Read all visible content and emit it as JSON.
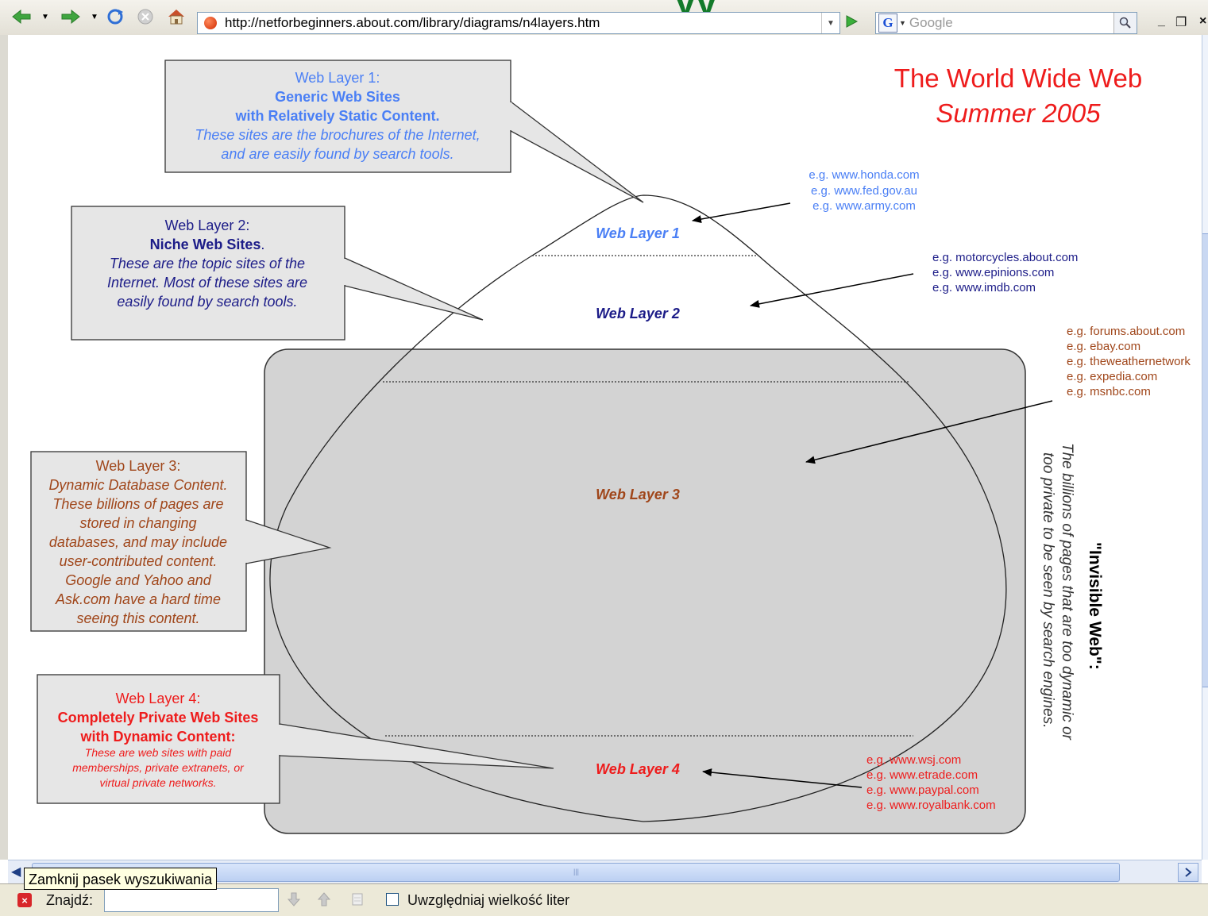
{
  "browser": {
    "url": "http://netforbeginners.about.com/library/diagrams/n4layers.htm",
    "search_placeholder": "Google",
    "search_engine_letter": "G",
    "header_text_cut": "yy",
    "window_buttons": {
      "minimize": "_",
      "restore": "❐",
      "close": "×"
    }
  },
  "diagram": {
    "title_line1": "The World Wide Web",
    "title_line2": "Summer 2005",
    "layers": [
      {
        "label": "Web Layer 1",
        "color": "#4a7ff5"
      },
      {
        "label": "Web Layer 2",
        "color": "#1c1c88"
      },
      {
        "label": "Web Layer 3",
        "color": "#a0461a"
      },
      {
        "label": "Web Layer 4",
        "color": "#ee1c1c"
      }
    ],
    "callout1": {
      "line1": "Web Layer 1:",
      "line2": "Generic Web Sites",
      "line3": "with Relatively Static Content.",
      "line4": "These sites are the brochures of the Internet,",
      "line5": "and are easily found by search tools."
    },
    "callout2": {
      "line1": "Web Layer 2:",
      "line2": "Niche Web Sites",
      "line2_suffix": ".",
      "line3": "These are the topic sites of the",
      "line4": "Internet. Most of these sites are",
      "line5": "easily found by search tools."
    },
    "callout3": {
      "line1": "Web Layer 3:",
      "line2": "Dynamic Database Content.",
      "line3": "These billions of pages are",
      "line4": "stored in changing",
      "line5": "databases, and may include",
      "line6": "user-contributed content.",
      "line7": "Google and Yahoo and",
      "line8": "Ask.com have a hard time",
      "line9": "seeing this content."
    },
    "callout4": {
      "line1": "Web Layer 4:",
      "line2": "Completely Private Web Sites",
      "line3": "with Dynamic Content:",
      "line4": "These are web sites with paid",
      "line5": "memberships, private extranets, or",
      "line6": "virtual private networks."
    },
    "examples1": [
      "e.g. www.honda.com",
      "e.g. www.fed.gov.au",
      "e.g. www.army.com"
    ],
    "examples2": [
      "e.g. motorcycles.about.com",
      "e.g. www.epinions.com",
      "e.g. www.imdb.com"
    ],
    "examples3": [
      "e.g. forums.about.com",
      "e.g. ebay.com",
      "e.g. theweathernetwork",
      "e.g. expedia.com",
      "e.g. msnbc.com"
    ],
    "examples4": [
      "e.g. www.wsj.com",
      "e.g. www.etrade.com",
      "e.g. www.paypal.com",
      "e.g. www.royalbank.com"
    ],
    "invisible_title": "\"Invisible Web\":",
    "invisible_line1": "The billions of pages that are too dynamic or",
    "invisible_line2": "too private to be seen by search engines.",
    "colors": {
      "box_fill": "#d3d3d3",
      "callout_fill": "#e6e6e6",
      "title": "#ee1c1c"
    }
  },
  "findbar": {
    "label": "Znajdź:",
    "input_value": "",
    "match_case_label": "Uwzględniaj wielkość liter",
    "match_case_checked": false,
    "tooltip": "Zamknij pasek wyszukiwania"
  }
}
